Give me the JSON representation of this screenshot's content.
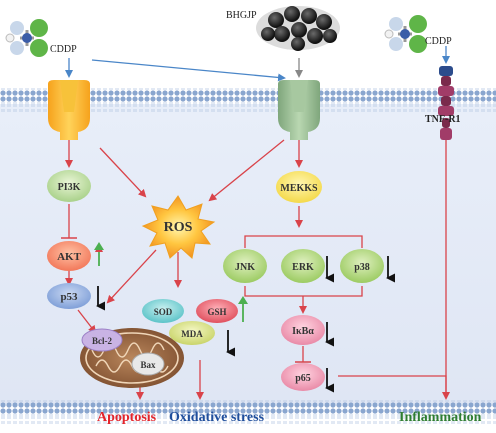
{
  "labels": {
    "cddp_left": "CDDP",
    "cddp_right": "CDDP",
    "bhgjp": "BHGJP",
    "tnf": "TNF-R1",
    "pi3k": "PI3K",
    "akt": "AKT",
    "p53": "p53",
    "ros": "ROS",
    "mekks": "MEKKS",
    "jnk": "JNK",
    "erk": "ERK",
    "p38": "p38",
    "ikba": "IκBα",
    "p65": "p65",
    "sod": "SOD",
    "gsh": "GSH",
    "mda": "MDA",
    "bcl2": "Bcl-2",
    "bax": "Bax"
  },
  "outcomes": {
    "apoptosis": "Apoptosis",
    "oxidative": "Oxidative stress",
    "inflammation": "Inflammation"
  },
  "colors": {
    "apoptosis": "#e3242b",
    "oxidative": "#1f4e9c",
    "inflammation": "#2e7d32",
    "arrow_red": "#d9434a",
    "arrow_blue": "#4a86c8",
    "up_green": "#4caf50"
  }
}
